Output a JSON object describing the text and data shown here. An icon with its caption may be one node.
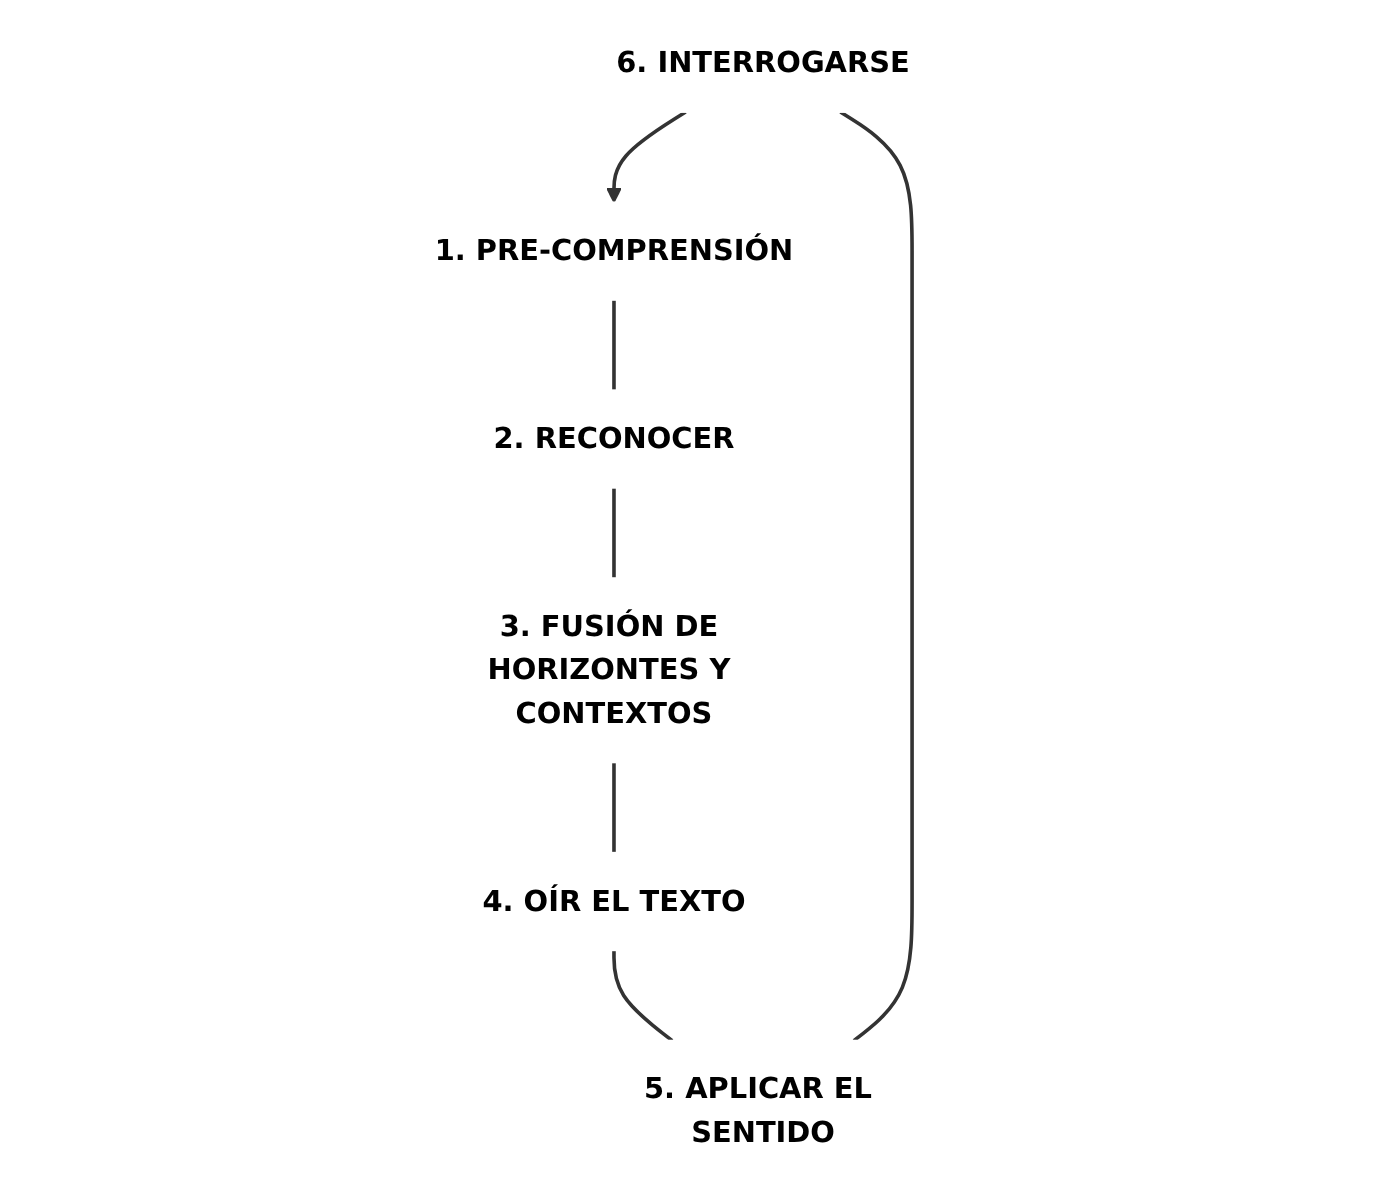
{
  "diagram": {
    "nodes": [
      {
        "text": [
          "6. INTERROGARSE"
        ]
      },
      {
        "text": [
          "1. PRE-COMPRENSIÓN"
        ]
      },
      {
        "text": [
          "5. APLICAR EL SENTIDO"
        ]
      },
      {
        "text": [
          "2. RECONOCER"
        ]
      },
      {
        "text": [
          "4. OÍR EL TEXTO"
        ]
      },
      {
        "text": [
          "3. FUSIÓN DE HORIZONTES Y CONTEXTOS"
        ]
      }
    ],
    "edges": [
      {
        "from": 0,
        "to": 1,
        "arrow": "to"
      },
      {
        "from": 1,
        "to": 3,
        "arrow": "none"
      },
      {
        "from": 3,
        "to": 5,
        "arrow": "none"
      },
      {
        "from": 5,
        "to": 4,
        "arrow": "none"
      },
      {
        "from": 4,
        "to": 2,
        "arrow": "none"
      },
      {
        "from": 2,
        "to": 0,
        "arrow": "none"
      }
    ]
  }
}
